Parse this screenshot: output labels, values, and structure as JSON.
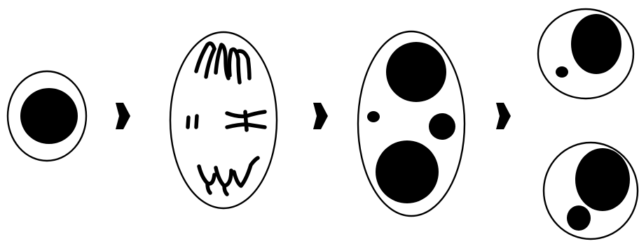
{
  "diagram": {
    "stages": [
      {
        "id": "stage-1",
        "kind": "interphase-cell",
        "nuclei": 1
      },
      {
        "id": "stage-2",
        "kind": "dividing-cell-with-chromosomes",
        "chromosome_groups": 3
      },
      {
        "id": "stage-3",
        "kind": "cell-with-separated-nuclei",
        "nuclei": 4
      },
      {
        "id": "stage-4",
        "kind": "two-daughter-cells",
        "cells": 2
      }
    ],
    "arrows": 3,
    "colors": {
      "ink": "#000000",
      "background": "#ffffff"
    }
  }
}
